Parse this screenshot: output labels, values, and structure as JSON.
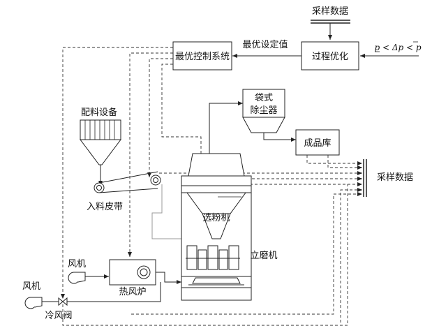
{
  "labels": {
    "sampling_data_top": "采样数据",
    "constraint": "p < Δp < p",
    "optimal_setpoint": "最优设定值",
    "optimal_control_system": "最优控制系统",
    "process_optimization": "过程优化",
    "bag_filter": [
      "袋式",
      "除尘器"
    ],
    "product_storage": "成品库",
    "sampling_data_right": "采样数据",
    "batching_equipment": "配料设备",
    "feed_belt": "入料皮带",
    "separator": "选粉机",
    "vertical_mill": "立磨机",
    "fan_1": "风机",
    "fan_2": "风机",
    "hot_air_furnace": "热风炉",
    "cold_air_valve": "冷风阀"
  }
}
